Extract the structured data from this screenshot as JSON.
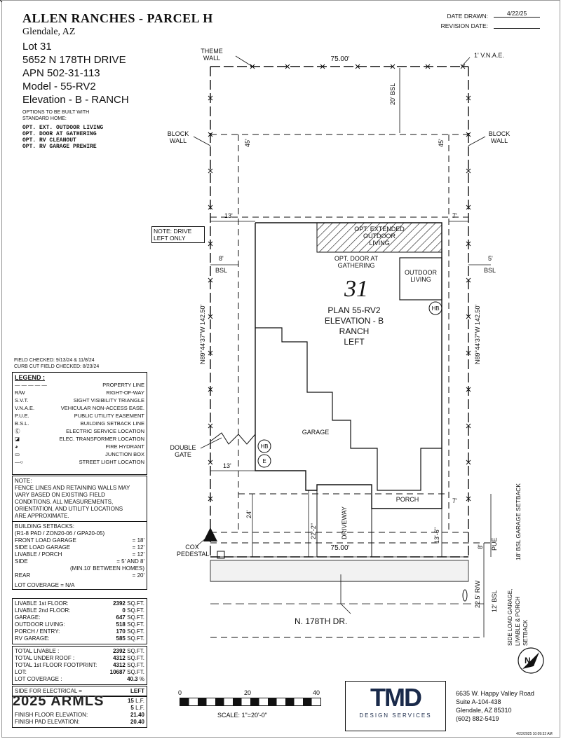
{
  "header": {
    "title": "ALLEN RANCHES - PARCEL  H",
    "city": "Glendale, AZ",
    "lot": "Lot  31",
    "address": "5652 N 178TH DRIVE",
    "apn": "APN 502-31-113",
    "model": "Model - 55-RV2",
    "elevation": "Elevation - B - RANCH",
    "options_intro": [
      "OPTIONS TO BE BUILT WITH",
      "STANDARD HOME:"
    ],
    "options": [
      "OPT. EXT. OUTDOOR LIVING",
      "OPT. DOOR AT GATHERING",
      "OPT. RV CLEANOUT",
      "OPT. RV GARAGE PREWIRE"
    ]
  },
  "dates": {
    "drawn_label": "DATE DRAWN:",
    "drawn_value": "4/22/25",
    "revision_label": "REVISION DATE:",
    "revision_value": ""
  },
  "plan": {
    "theme_wall": [
      "THEME",
      "WALL"
    ],
    "vnae": "1' V.N.A.E.",
    "top_width": "75.00'",
    "bottom_width": "75.00'",
    "bsl_20": "20'  BSL",
    "block_wall": [
      "BLOCK",
      "WALL"
    ],
    "setback_45": "45'",
    "side_13": "13'",
    "side_7": "7'",
    "side_8": "8'",
    "side_5": "5'",
    "bsl": "BSL",
    "note_drive": [
      "NOTE: DRIVE",
      "LEFT ONLY"
    ],
    "opt_extended": [
      "OPT. EXTENDED",
      "OUTDOOR",
      "LIVING"
    ],
    "opt_door": [
      "OPT. DOOR AT",
      "GATHERING"
    ],
    "outdoor_living": [
      "OUTDOOR",
      "LIVING"
    ],
    "lot_number": "31",
    "plan_text": [
      "PLAN 55-RV2",
      "ELEVATION - B",
      "RANCH",
      "LEFT"
    ],
    "hb": "HB",
    "e": "E",
    "garage": "GARAGE",
    "porch": "PORCH",
    "double_gate": [
      "DOUBLE",
      "GATE"
    ],
    "left_bearing": "N89°44'37\"W 142.50'",
    "right_bearing": "N89°44'37\"W 142.50'",
    "driveway": "DRIVEWAY",
    "drive_len": "22'-2\"",
    "dim_24": "24'",
    "dim_13_6": "13'-6\"",
    "dim_8": "8'",
    "pue": "PUE",
    "garage_setback": "18' BSL GARAGE SETBACK",
    "cox": [
      "COX",
      "PEDESTAL"
    ],
    "street": "N. 178TH DR.",
    "rw": "22.5' R/W",
    "bsl_12": "12' BSL",
    "side_load": [
      "SIDE LOAD GARAGE,",
      "LIVABLE & PORCH",
      "SETBACK"
    ]
  },
  "field": {
    "checked": "FIELD CHECKED: 9/13/24 & 11/8/24",
    "curb": "CURB CUT FIELD CHECKED: 8/23/24"
  },
  "legend": {
    "title": "LEGEND :",
    "rows": [
      {
        "sym": "— — — — —",
        "desc": "PROPERTY LINE"
      },
      {
        "sym": "R/W",
        "desc": "RIGHT-OF-WAY"
      },
      {
        "sym": "S.V.T.",
        "desc": "SIGHT VISIBILITY TRIANGLE"
      },
      {
        "sym": "V.N.A.E.",
        "desc": "VEHICULAR NON-ACCESS EASE."
      },
      {
        "sym": "P.U.E.",
        "desc": "PUBLIC UTILITY EASEMENT"
      },
      {
        "sym": "B.S.L.",
        "desc": "BUILDING SETBACK LINE"
      },
      {
        "sym": "Ⓔ",
        "desc": "ELECTRIC SERVICE LOCATION"
      },
      {
        "sym": "◪",
        "desc": "ELEC. TRANSFORMER LOCATION"
      },
      {
        "sym": "◕",
        "desc": "FIRE HYDRANT"
      },
      {
        "sym": "▭",
        "desc": "JUNCTION BOX"
      },
      {
        "sym": "—○",
        "desc": "STREET LIGHT LOCATION"
      }
    ]
  },
  "note": [
    "NOTE:",
    "FENCE LINES AND RETAINING WALLS MAY",
    "VARY BASED ON EXISTING FIELD",
    "CONDITIONS. ALL MEASUREMENTS,",
    "ORIENTATION, AND UTILITY LOCATIONS",
    "ARE APPROXIMATE."
  ],
  "setbacks": {
    "title": "BUILDING SETBACKS:",
    "sub": "(R1-8 PAD / ZON20-06 / GPA20-05)",
    "rows": [
      {
        "k": "FRONT LOAD GARAGE",
        "v": "= 18'"
      },
      {
        "k": "SIDE LOAD GARAGE",
        "v": "= 12'"
      },
      {
        "k": "LIVABLE / PORCH",
        "v": "= 12'"
      },
      {
        "k": "SIDE",
        "v": "= 5' AND 8'"
      },
      {
        "k": "",
        "v": "(MIN.10' BETWEEN HOMES)"
      },
      {
        "k": "REAR",
        "v": "= 20'"
      }
    ],
    "lot_coverage": "LOT COVERAGE = N/A"
  },
  "areas1": [
    {
      "k": "LIVABLE 1st FLOOR:",
      "v": "2392",
      "u": "SQ.FT."
    },
    {
      "k": "LIVABLE 2nd FLOOR:",
      "v": "0",
      "u": "SQ.FT."
    },
    {
      "k": "GARAGE:",
      "v": "647",
      "u": "SQ.FT."
    },
    {
      "k": "OUTDOOR LIVING:",
      "v": "518",
      "u": "SQ.FT."
    },
    {
      "k": "PORCH / ENTRY:",
      "v": "170",
      "u": "SQ.FT."
    },
    {
      "k": "RV GARAGE:",
      "v": "585",
      "u": "SQ.FT."
    }
  ],
  "areas2": [
    {
      "k": "TOTAL LIVABLE :",
      "v": "2392",
      "u": "SQ.FT."
    },
    {
      "k": "TOTAL UNDER ROOF :",
      "v": "4312",
      "u": "SQ.FT."
    },
    {
      "k": "TOTAL 1st FLOOR FOOTPRINT:",
      "v": "4312",
      "u": "SQ.FT."
    },
    {
      "k": "LOT:",
      "v": "10687",
      "u": "SQ.FT."
    },
    {
      "k": "LOT COVERAGE :",
      "v": "40.3",
      "u": "%"
    }
  ],
  "electrical": {
    "k": "SIDE FOR ELECTRICAL =",
    "v": "LEFT"
  },
  "elev_rows": [
    {
      "k": "",
      "v": "15",
      "u": "L.F."
    },
    {
      "k": "",
      "v": "5",
      "u": "L.F."
    },
    {
      "k": "FINISH FLOOR ELEVATION:",
      "v": "21.40",
      "u": ""
    },
    {
      "k": "FINISH PAD ELEVATION:",
      "v": "20.40",
      "u": ""
    }
  ],
  "watermark": "2025 ARMLS",
  "scale": {
    "t0": "0",
    "t20": "20",
    "t40": "40",
    "label": "SCALE:  1\"=20'-0\""
  },
  "company": {
    "logo": "TMD",
    "tag": "DESIGN SERVICES",
    "lines": [
      "6635 W. Happy Valley Road",
      "Suite A-104-438",
      "Glendale, AZ 85310",
      "(602) 882-5419"
    ]
  },
  "north_letter": "N",
  "footer_stamp": "4/22/2025 10:09:32 AM"
}
